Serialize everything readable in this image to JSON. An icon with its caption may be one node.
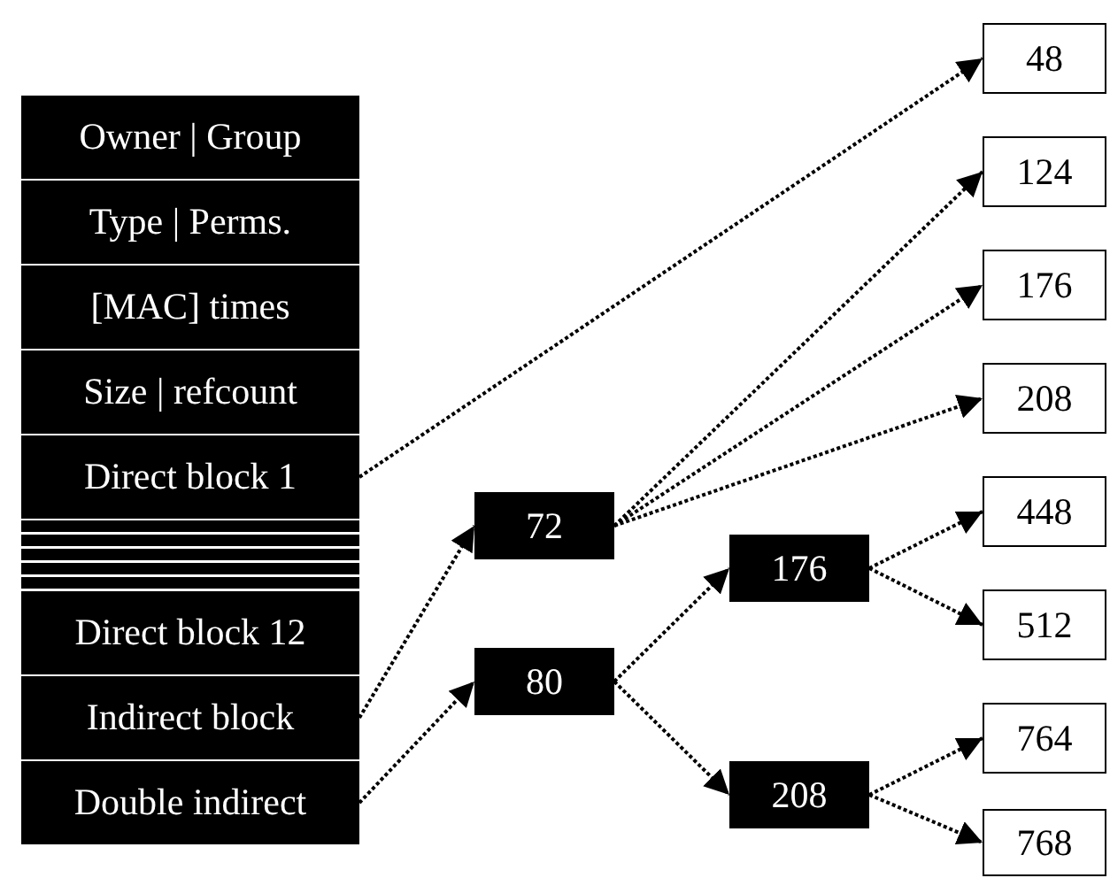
{
  "diagram": {
    "nodes": [
      {
        "text": [
          "Owner | Group"
        ]
      },
      {
        "text": [
          "Type | Perms."
        ]
      },
      {
        "text": [
          "[MAC] times"
        ]
      },
      {
        "text": [
          "Size | refcount"
        ]
      },
      {
        "text": [
          "Direct block 1"
        ]
      },
      {
        "text": [
          "Direct block 12"
        ]
      },
      {
        "text": [
          "Indirect block"
        ]
      },
      {
        "text": [
          "Double indirect"
        ]
      },
      {
        "text": [
          "72"
        ]
      },
      {
        "text": [
          "80"
        ]
      },
      {
        "text": [
          "176"
        ]
      },
      {
        "text": [
          "208"
        ]
      },
      {
        "text": [
          "48"
        ]
      },
      {
        "text": [
          "124"
        ]
      },
      {
        "text": [
          "176"
        ]
      },
      {
        "text": [
          "208"
        ]
      },
      {
        "text": [
          "448"
        ]
      },
      {
        "text": [
          "512"
        ]
      },
      {
        "text": [
          "764"
        ]
      },
      {
        "text": [
          "768"
        ]
      }
    ],
    "edges": [
      {
        "from": 4,
        "to": 12,
        "arrow": "to"
      },
      {
        "from": 6,
        "to": 8,
        "arrow": "to"
      },
      {
        "from": 7,
        "to": 9,
        "arrow": "to"
      },
      {
        "from": 8,
        "to": 13,
        "arrow": "to"
      },
      {
        "from": 8,
        "to": 14,
        "arrow": "to"
      },
      {
        "from": 8,
        "to": 15,
        "arrow": "to"
      },
      {
        "from": 9,
        "to": 10,
        "arrow": "to"
      },
      {
        "from": 9,
        "to": 11,
        "arrow": "to"
      },
      {
        "from": 10,
        "to": 16,
        "arrow": "to"
      },
      {
        "from": 10,
        "to": 17,
        "arrow": "to"
      },
      {
        "from": 11,
        "to": 18,
        "arrow": "to"
      },
      {
        "from": 11,
        "to": 19,
        "arrow": "to"
      }
    ]
  }
}
